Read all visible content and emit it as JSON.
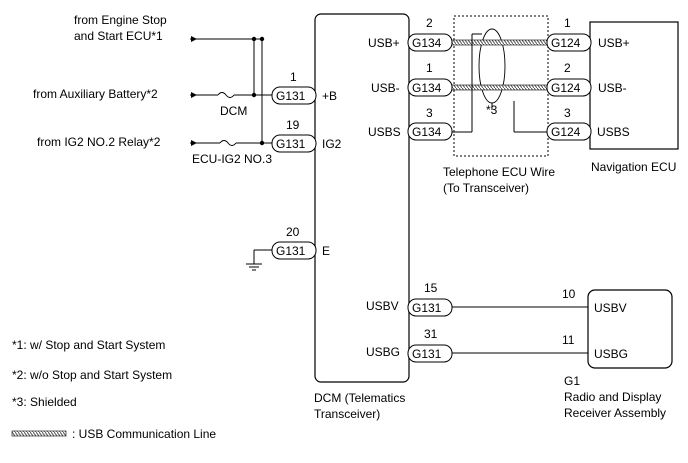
{
  "inputs": {
    "engine_line1": "from Engine Stop",
    "engine_line2": "and Start ECU*1",
    "aux_battery": "from Auxiliary Battery*2",
    "ig2_relay": "from IG2 NO.2 Relay*2"
  },
  "fuses": {
    "dcm": "DCM",
    "ecu_ig2": "ECU-IG2 NO.3"
  },
  "dcm": {
    "name_line1": "DCM (Telematics",
    "name_line2": "Transceiver)",
    "left_pins": [
      {
        "pin": "1",
        "connector": "G131",
        "label": "+B"
      },
      {
        "pin": "19",
        "connector": "G131",
        "label": "IG2"
      },
      {
        "pin": "20",
        "connector": "G131",
        "label": "E"
      }
    ],
    "right_pins_usb": [
      {
        "pin": "2",
        "connector": "G134",
        "label": "USB+"
      },
      {
        "pin": "1",
        "connector": "G134",
        "label": "USB-"
      },
      {
        "pin": "3",
        "connector": "G134",
        "label": "USBS"
      }
    ],
    "right_pins_radio": [
      {
        "pin": "15",
        "connector": "G131",
        "label": "USBV"
      },
      {
        "pin": "31",
        "connector": "G131",
        "label": "USBG"
      }
    ]
  },
  "wire": {
    "shield_label": "*3",
    "name_line1": "Telephone ECU Wire",
    "name_line2": "(To Transceiver)"
  },
  "navigation": {
    "name": "Navigation ECU",
    "pins": [
      {
        "pin": "1",
        "connector": "G124",
        "label": "USB+"
      },
      {
        "pin": "2",
        "connector": "G124",
        "label": "USB-"
      },
      {
        "pin": "3",
        "connector": "G124",
        "label": "USBS"
      }
    ]
  },
  "radio": {
    "code": "G1",
    "name_line1": "Radio and Display",
    "name_line2": "Receiver Assembly",
    "pins": [
      {
        "pin": "10",
        "label": "USBV"
      },
      {
        "pin": "11",
        "label": "USBG"
      }
    ]
  },
  "notes": {
    "n1": "*1: w/ Stop and Start System",
    "n2": "*2: w/o Stop and Start System",
    "n3": "*3: Shielded",
    "legend": ": USB Communication Line"
  }
}
